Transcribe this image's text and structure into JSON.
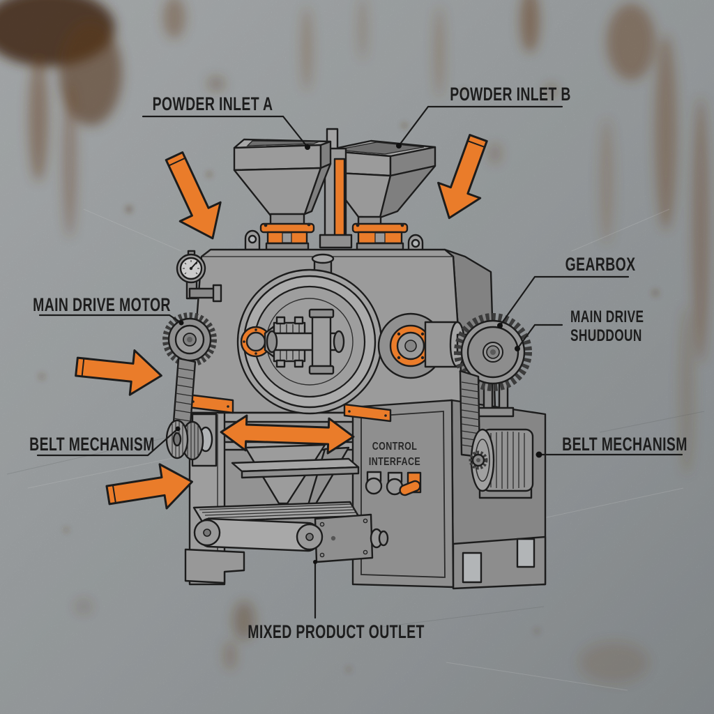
{
  "diagram": {
    "type": "technical-machine-diagram",
    "subject": "dual powder mixing roller press machine on rusty metal background",
    "labels": {
      "powder_inlet_a": "POWDER INLET A",
      "powder_inlet_b": "POWDER INLET B",
      "gearbox": "GEARBOX",
      "main_drive_shutdown_line1": "MAIN DRIVE",
      "main_drive_shutdown_line2": "SHUDDOUN",
      "main_drive_motor": "MAIN DRIVE MOTOR",
      "belt_mechanism_left": "BELT MECHANISM",
      "belt_mechanism_right": "BELT MECHANISM",
      "control_interface_line1": "CONTROL",
      "control_interface_line2": "INTERFACE",
      "mixed_product_outlet": "MIXED PRODUCT OUTLET"
    },
    "colors": {
      "accent_orange": "#EA7C2A",
      "machine_gray": "#9B9B9B",
      "outline_black": "#1C1C1C",
      "background_metal": "#B3B7B9",
      "rust_brown": "#7A4A26",
      "label_text": "#1D1D1D"
    }
  }
}
